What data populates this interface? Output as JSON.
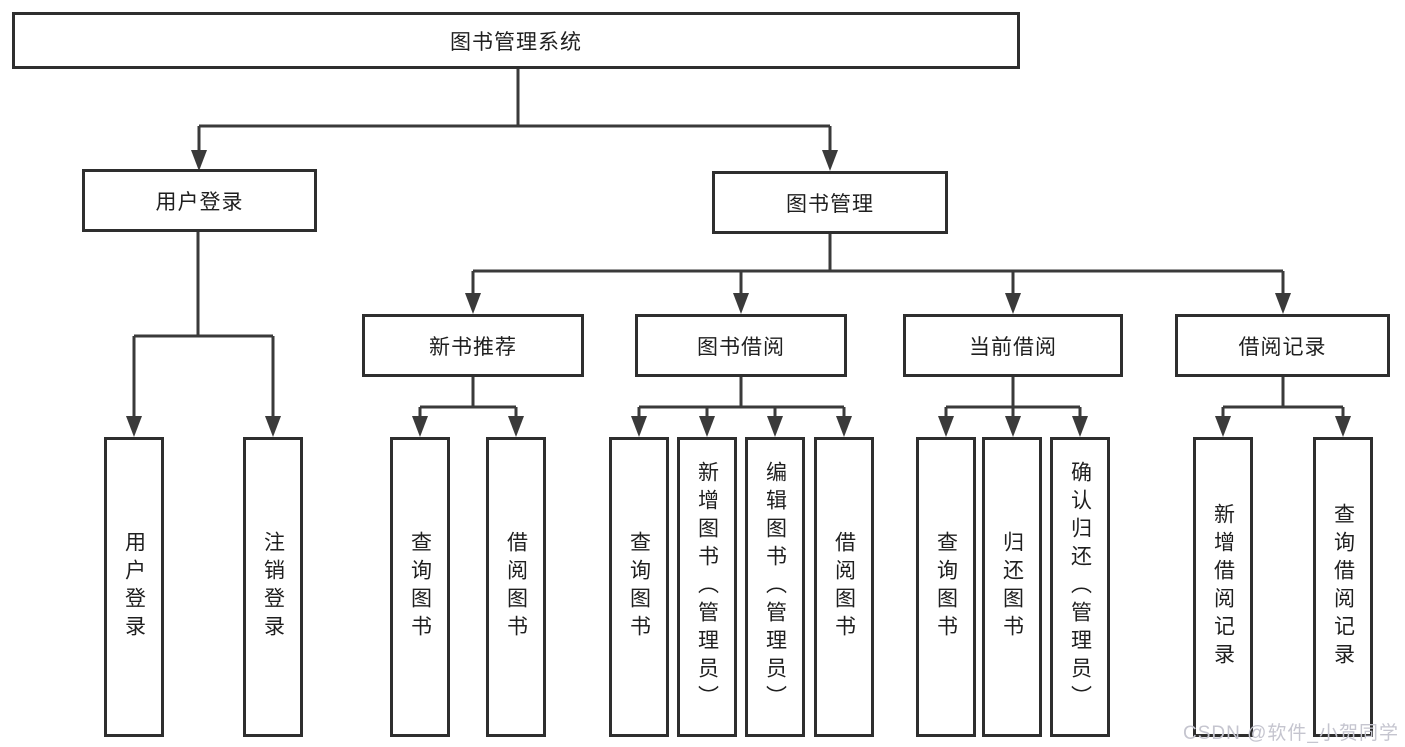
{
  "diagram": {
    "root": {
      "label": "图书管理系统"
    },
    "branches": {
      "user_login": {
        "label": "用户登录",
        "children": [
          {
            "label": "用户登录"
          },
          {
            "label": "注销登录"
          }
        ]
      },
      "book_mgmt": {
        "label": "图书管理",
        "children": [
          {
            "label": "新书推荐",
            "children": [
              {
                "label": "查询图书"
              },
              {
                "label": "借阅图书"
              }
            ]
          },
          {
            "label": "图书借阅",
            "children": [
              {
                "label": "查询图书"
              },
              {
                "label": "新增图书（管理员）"
              },
              {
                "label": "编辑图书（管理员）"
              },
              {
                "label": "借阅图书"
              }
            ]
          },
          {
            "label": "当前借阅",
            "children": [
              {
                "label": "查询图书"
              },
              {
                "label": "归还图书"
              },
              {
                "label": "确认归还（管理员）"
              }
            ]
          },
          {
            "label": "借阅记录",
            "children": [
              {
                "label": "新增借阅记录"
              },
              {
                "label": "查询借阅记录"
              }
            ]
          }
        ]
      }
    }
  },
  "watermark": {
    "text": "CSDN @软件_小贺同学"
  },
  "colors": {
    "line": "#3a3a3a",
    "box_border": "#2e2e2e",
    "text": "#1f1f1f",
    "background": "#ffffff",
    "watermark": "#c5c5cf"
  }
}
